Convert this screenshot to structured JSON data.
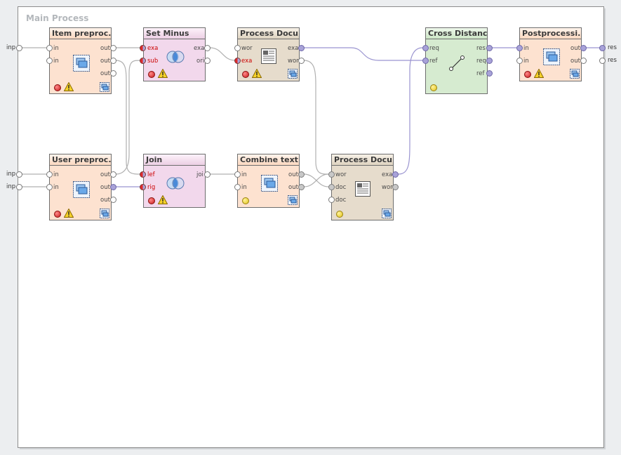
{
  "process": {
    "title": "Main Process"
  },
  "left_ports": [
    "inp",
    "inp",
    "inp"
  ],
  "right_ports": [
    "res",
    "res"
  ],
  "operators": {
    "item_prep": {
      "title": "Item preproc...",
      "inputs": [
        "in",
        "in"
      ],
      "outputs": [
        "out",
        "out",
        "out"
      ]
    },
    "set_minus": {
      "title": "Set Minus",
      "inputs": [
        "exa",
        "sub"
      ],
      "outputs": [
        "exa",
        "ori"
      ]
    },
    "proc_doc1": {
      "title": "Process Docu...",
      "inputs": [
        "wor",
        "exa"
      ],
      "outputs": [
        "exa",
        "wor"
      ]
    },
    "cross_dist": {
      "title": "Cross Distanc...",
      "inputs": [
        "req",
        "ref"
      ],
      "outputs": [
        "res",
        "req",
        "ref"
      ]
    },
    "postproc": {
      "title": "Postprocessi...",
      "inputs": [
        "in",
        "in"
      ],
      "outputs": [
        "out",
        "out"
      ]
    },
    "user_prep": {
      "title": "User preproc...",
      "inputs": [
        "in",
        "in"
      ],
      "outputs": [
        "out",
        "out",
        "out"
      ]
    },
    "join": {
      "title": "Join",
      "inputs": [
        "lef",
        "rig"
      ],
      "outputs": [
        "joi"
      ]
    },
    "combine": {
      "title": "Combine text",
      "inputs": [
        "in",
        "in"
      ],
      "outputs": [
        "out",
        "out"
      ]
    },
    "proc_doc2": {
      "title": "Process Docu...",
      "inputs": [
        "wor",
        "doc",
        "doc"
      ],
      "outputs": [
        "exa",
        "wor"
      ]
    }
  },
  "colors": {
    "wire_data": "#9a94d0",
    "wire_plain": "#b0b0b0",
    "error": "#c81a1a",
    "warning": "#f0d020"
  },
  "icons": {
    "subprocess": "subprocess-icon",
    "set_operation": "venn-icon",
    "document": "document-icon",
    "distance": "distance-icon",
    "warning": "warning-icon",
    "error": "error-status-icon",
    "ok": "ok-status-icon"
  }
}
